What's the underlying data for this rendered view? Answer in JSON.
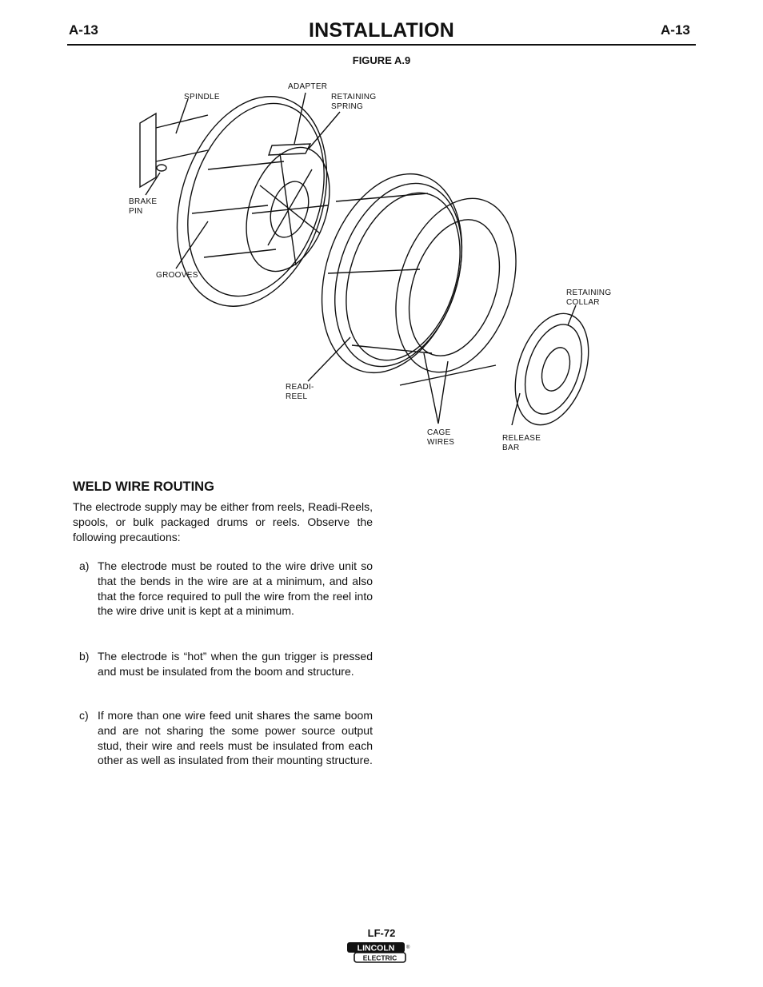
{
  "header": {
    "page_left": "A-13",
    "title": "INSTALLATION",
    "page_right": "A-13"
  },
  "figure": {
    "caption": "FIGURE A.9",
    "labels": {
      "spindle": "SPINDLE",
      "adapter": "ADAPTER",
      "retaining_spring": [
        "RETAINING",
        "SPRING"
      ],
      "brake_pin": [
        "BRAKE",
        "PIN"
      ],
      "grooves": "GROOVES",
      "retaining_collar": [
        "RETAINING",
        "COLLAR"
      ],
      "readi_reel": [
        "READI-",
        "REEL"
      ],
      "cage_wires": [
        "CAGE",
        "WIRES"
      ],
      "release_bar": [
        "RELEASE",
        "BAR"
      ]
    }
  },
  "section": {
    "title": "WELD WIRE ROUTING",
    "intro": "The electrode supply may be either from reels, Readi-Reels, spools, or bulk packaged drums or reels. Observe the following precautions:",
    "items": [
      {
        "letter": "a)",
        "text": "The electrode must be routed to the wire drive unit so that the bends in the wire are at a minimum, and also that the force required to pull the wire from the reel into the wire drive unit is kept at a minimum."
      },
      {
        "letter": "b)",
        "text": "The electrode is “hot” when the gun trigger is pressed and must be insulated from the boom and structure."
      },
      {
        "letter": "c)",
        "text": "If more than one wire feed unit shares the same boom and are not sharing the some power source output stud, their wire and reels must be insulated from each other as well as insulated from their mounting structure."
      }
    ]
  },
  "footer": {
    "model": "LF-72",
    "logo_top": "LINCOLN",
    "logo_bottom": "ELECTRIC",
    "logo_mark": "®"
  }
}
